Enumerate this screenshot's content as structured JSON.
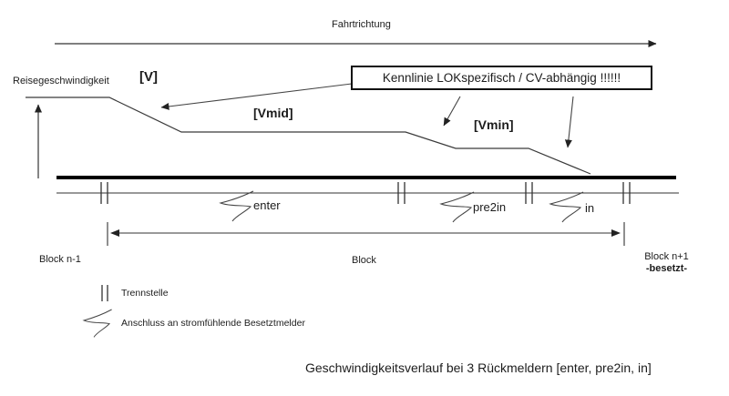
{
  "direction": {
    "label": "Fahrtrichtung"
  },
  "axis": {
    "label": "Reisegeschwindigkeit",
    "unit": "[V]"
  },
  "curve": {
    "note": "Kennlinie LOKspezifisch / CV-abhängig !!!!!!",
    "vmid": "[Vmid]",
    "vmin": "[Vmin]"
  },
  "feedback_sections": {
    "enter": "enter",
    "pre2in": "pre2in",
    "in": "in"
  },
  "blocks": {
    "previous": "Block n-1",
    "current": "Block",
    "next": "Block n+1",
    "next_status": "-besetzt-"
  },
  "legend": {
    "trennstelle": "Trennstelle",
    "anschluss": "Anschluss an stromfühlende Besetztmelder"
  },
  "caption": "Geschwindigkeitsverlauf bei 3 Rückmeldern [enter, pre2in, in]",
  "colors": {
    "line": "#3a3a3a",
    "track": "#000000",
    "background": "#ffffff"
  }
}
